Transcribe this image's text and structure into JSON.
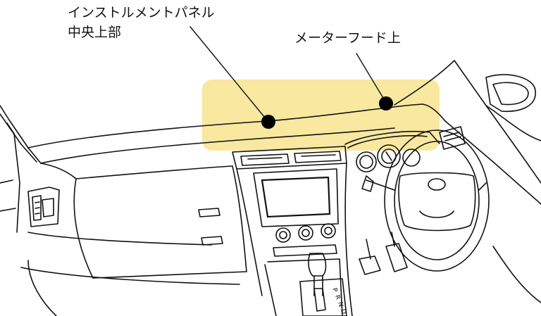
{
  "labels": {
    "instrument_panel_line1": "インストルメントパネル",
    "instrument_panel_line2": "中央上部",
    "meter_hood": "メーターフード上"
  },
  "shifter_letters": [
    "P",
    "R",
    "N",
    "D"
  ],
  "colors": {
    "highlight": "#f8e8a0",
    "line": "#111111",
    "marker": "#000000"
  }
}
